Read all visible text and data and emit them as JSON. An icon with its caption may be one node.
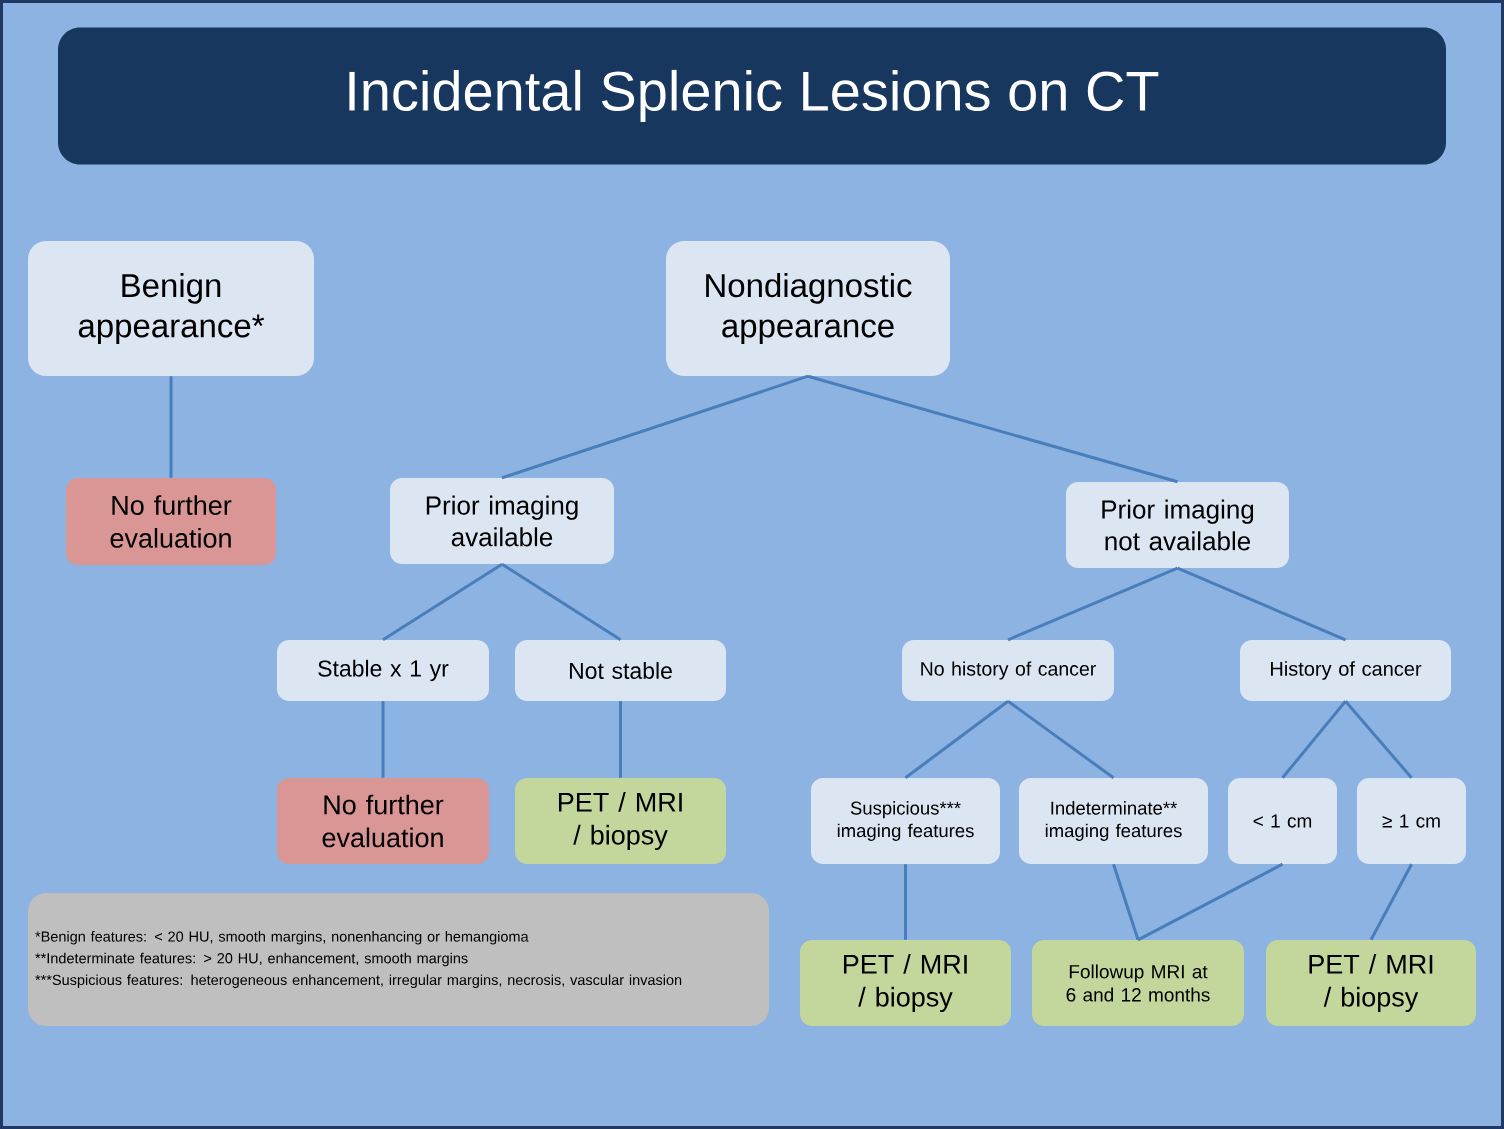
{
  "diagram": {
    "title": "Incidental Splenic Lesions on CT",
    "nodes": [
      {
        "text": [
          "Benign appearance*"
        ]
      },
      {
        "text": [
          "Nondiagnostic appearance"
        ]
      },
      {
        "text": [
          "No further evaluation"
        ]
      },
      {
        "text": [
          "Prior imaging available"
        ]
      },
      {
        "text": [
          "Prior imaging not available"
        ]
      },
      {
        "text": [
          "Stable x 1 yr"
        ]
      },
      {
        "text": [
          "Not stable"
        ]
      },
      {
        "text": [
          "No history of cancer"
        ]
      },
      {
        "text": [
          "History of cancer"
        ]
      },
      {
        "text": [
          "No further evaluation"
        ]
      },
      {
        "text": [
          "PET / MRI / biopsy"
        ]
      },
      {
        "text": [
          "Suspicious*** imaging features"
        ]
      },
      {
        "text": [
          "Indeterminate** imaging features"
        ]
      },
      {
        "text": [
          "< 1 cm"
        ]
      },
      {
        "text": [
          "≥ 1 cm"
        ]
      },
      {
        "text": [
          "PET / MRI / biopsy"
        ]
      },
      {
        "text": [
          "Followup MRI at 6 and 12 months"
        ]
      },
      {
        "text": [
          "PET / MRI / biopsy"
        ]
      },
      {
        "text": [
          "*Benign features: < 20 HU, smooth margins, nonenhancing or hemangioma",
          "**Indeterminate features: > 20 HU, enhancement, smooth margins",
          "***Suspicious features: heterogeneous enhancement, irregular margins, necrosis, vascular invasion"
        ]
      }
    ],
    "edges": [
      {
        "from": 0,
        "to": 2,
        "arrow": "none"
      },
      {
        "from": 1,
        "to": 3,
        "arrow": "none"
      },
      {
        "from": 1,
        "to": 4,
        "arrow": "none"
      },
      {
        "from": 3,
        "to": 5,
        "arrow": "none"
      },
      {
        "from": 3,
        "to": 6,
        "arrow": "none"
      },
      {
        "from": 5,
        "to": 9,
        "arrow": "none"
      },
      {
        "from": 6,
        "to": 10,
        "arrow": "none"
      },
      {
        "from": 4,
        "to": 7,
        "arrow": "none"
      },
      {
        "from": 4,
        "to": 8,
        "arrow": "none"
      },
      {
        "from": 7,
        "to": 11,
        "arrow": "none"
      },
      {
        "from": 7,
        "to": 12,
        "arrow": "none"
      },
      {
        "from": 8,
        "to": 13,
        "arrow": "none"
      },
      {
        "from": 8,
        "to": 14,
        "arrow": "none"
      },
      {
        "from": 11,
        "to": 15,
        "arrow": "none"
      },
      {
        "from": 12,
        "to": 16,
        "arrow": "none"
      },
      {
        "from": 13,
        "to": 16,
        "arrow": "none"
      },
      {
        "from": 14,
        "to": 17,
        "arrow": "none"
      }
    ]
  }
}
